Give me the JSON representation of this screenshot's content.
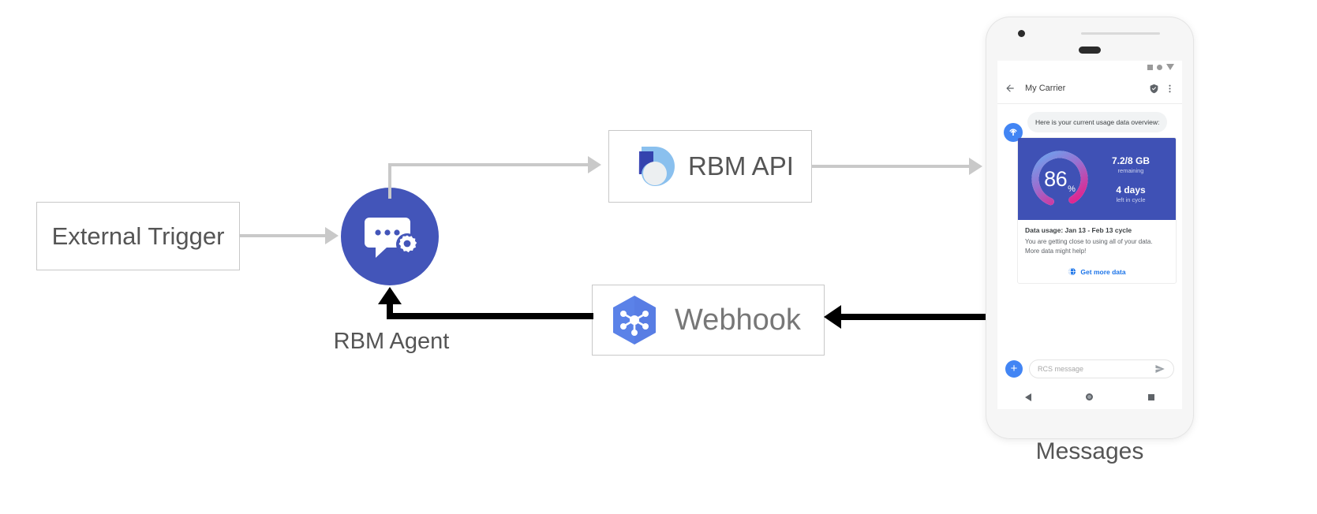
{
  "diagram": {
    "external_trigger": {
      "label": "External Trigger"
    },
    "rbm_agent": {
      "label": "RBM Agent",
      "icon": "chat-gear-icon"
    },
    "rbm_api": {
      "label": "RBM API",
      "icon": "rbm-api-icon"
    },
    "webhook": {
      "label": "Webhook",
      "icon": "webhook-hexagon-icon"
    },
    "messages_caption": "Messages",
    "colors": {
      "agent_blue": "#4355b9",
      "arrow_gray": "#c9c9c9",
      "arrow_black": "#000000",
      "webhook_blue": "#5b82e8",
      "api_light_blue": "#8ac0ee",
      "api_dark_blue": "#3b47b5"
    }
  },
  "phone": {
    "status_bar": {
      "icons": [
        "square-icon",
        "circle-icon",
        "triangle-down-icon"
      ]
    },
    "header": {
      "back_icon": "back-arrow-icon",
      "title": "My Carrier",
      "verified_icon": "shield-check-icon",
      "menu_icon": "more-vertical-icon"
    },
    "conversation": {
      "avatar_icon": "rcs-agent-icon",
      "bubble_text": "Here is your current usage data overview:",
      "card": {
        "gauge": {
          "value": "86",
          "unit": "%",
          "percent": 86
        },
        "stats": [
          {
            "main": "7.2/8 GB",
            "sub": "remaining"
          },
          {
            "main": "4 days",
            "sub": "left in cycle"
          }
        ],
        "title": "Data usage: Jan 13 - Feb 13 cycle",
        "description": "You are getting close to using all of your data. More data might help!",
        "action": {
          "icon": "globe-icon",
          "label": "Get more data"
        }
      }
    },
    "composer": {
      "plus_icon": "plus-icon",
      "placeholder": "RCS message",
      "send_icon": "send-icon"
    },
    "nav_bar": {
      "icons": [
        "back-triangle-icon",
        "home-circle-icon",
        "recents-square-icon"
      ]
    }
  }
}
